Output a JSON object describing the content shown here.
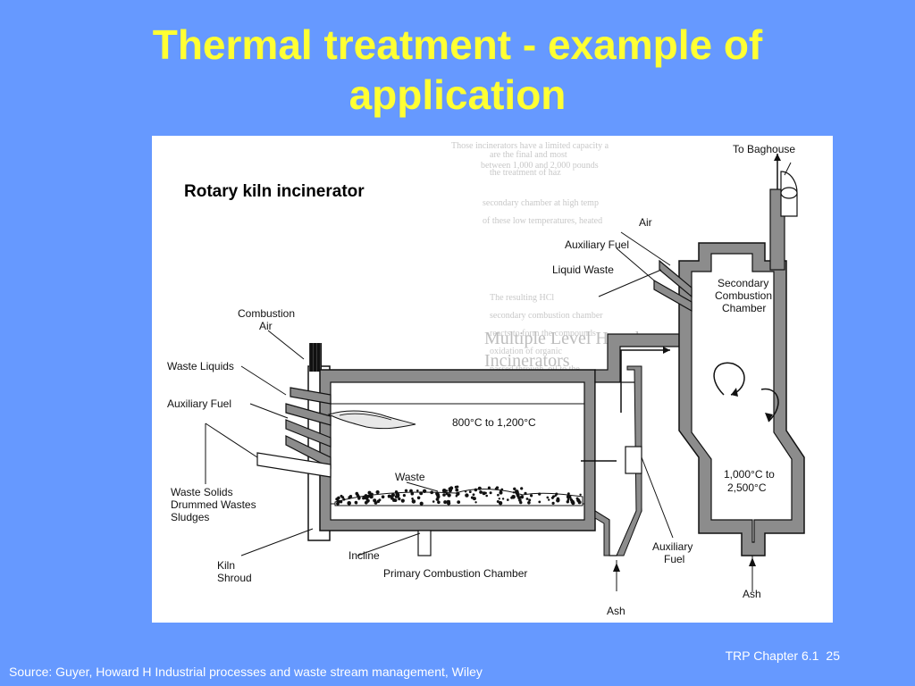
{
  "slide": {
    "title_line1": "Thermal treatment - example of",
    "title_line2": "application",
    "footer_chapter": "TRP Chapter 6.1",
    "page_number": "25",
    "source": "Source: Guyer, Howard H Industrial processes and waste stream management, Wiley"
  },
  "diagram": {
    "heading": "Rotary kiln incinerator",
    "labels": {
      "to_baghouse": "To Baghouse",
      "air_top": "Air",
      "auxiliary_fuel_top": "Auxiliary Fuel",
      "liquid_waste": "Liquid Waste",
      "secondary_1": "Secondary",
      "secondary_2": "Combustion",
      "secondary_3": "Chamber",
      "combustion_air_1": "Combustion",
      "combustion_air_2": "Air",
      "waste_liquids": "Waste Liquids",
      "auxiliary_fuel_left": "Auxiliary Fuel",
      "temp_primary": "800°C to 1,200°C",
      "waste": "Waste",
      "waste_solids_1": "Waste Solids",
      "waste_solids_2": "Drummed Wastes",
      "waste_solids_3": "Sludges",
      "temp_secondary_1": "1,000°C to",
      "temp_secondary_2": "2,500°C",
      "kiln_shroud_1": "Kiln",
      "kiln_shroud_2": "Shroud",
      "incline": "Incline",
      "primary_chamber": "Primary Combustion Chamber",
      "auxiliary_fuel_bottom_1": "Auxiliary",
      "auxiliary_fuel_bottom_2": "Fuel",
      "ash_right": "Ash",
      "ash_bottom": "Ash"
    }
  },
  "colors": {
    "background": "#6699ff",
    "title": "#ffff33",
    "wall": "#8c8c8c"
  }
}
